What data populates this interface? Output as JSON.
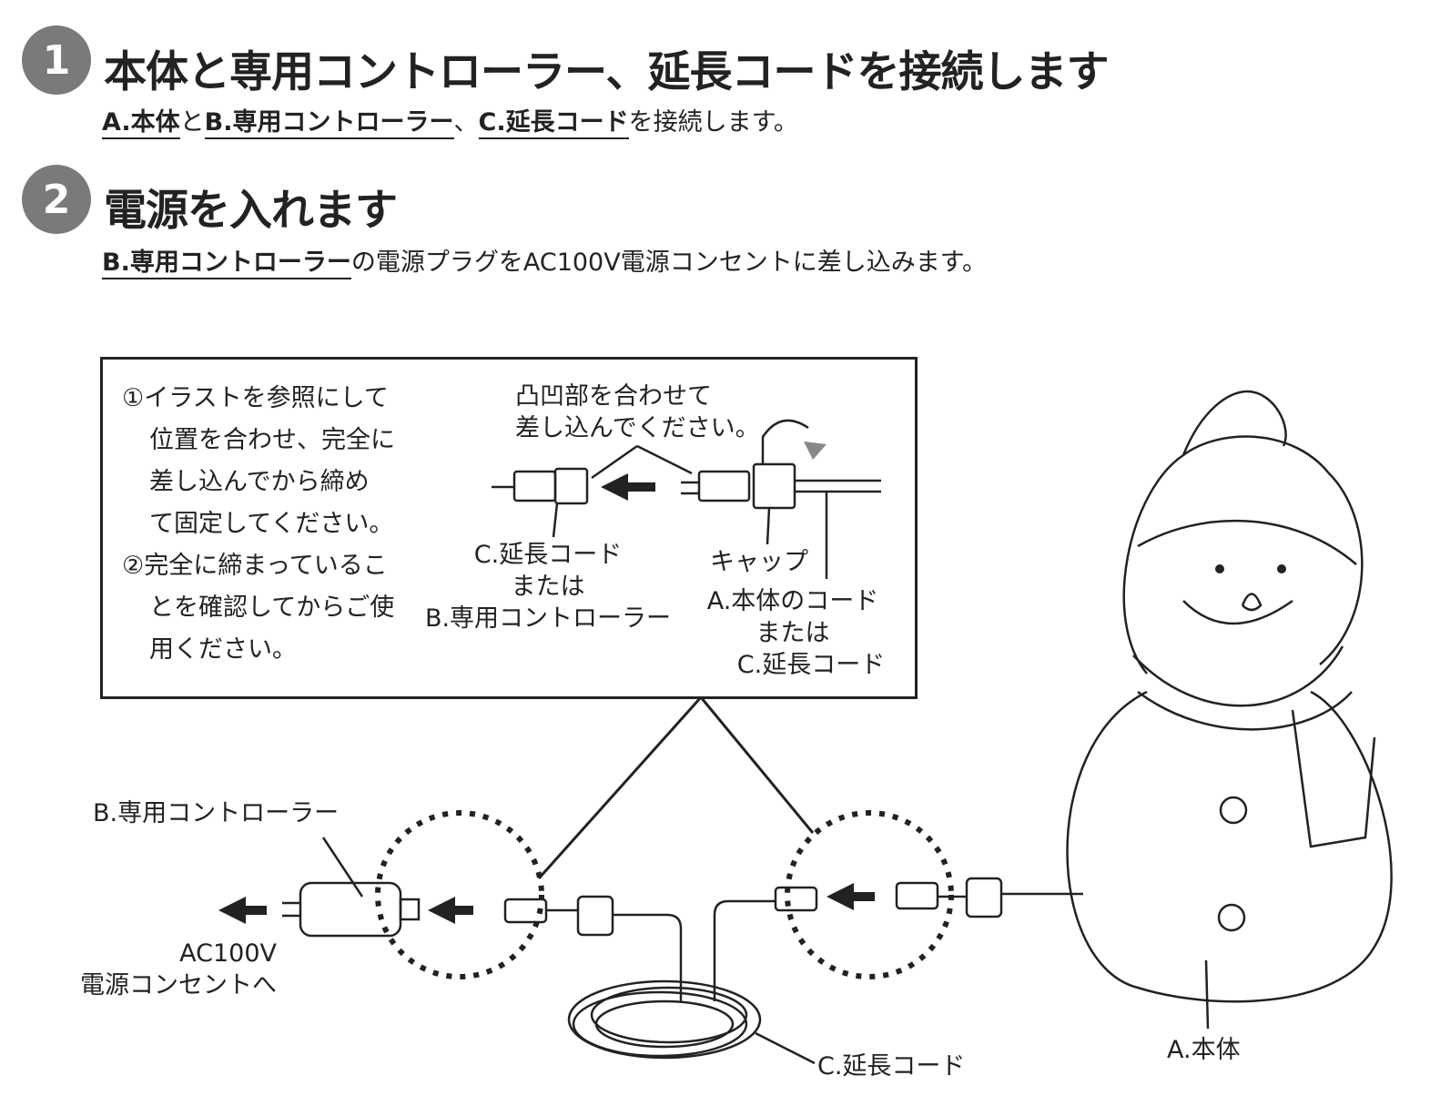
{
  "steps": [
    {
      "number": "1",
      "title": "本体と専用コントローラー、延長コードを接続します",
      "desc": {
        "a": "A.本体",
        "t1": "と",
        "b": "B.専用コントローラー",
        "t2": "、",
        "c": "C.延長コード",
        "t3": "を接続します。"
      }
    },
    {
      "number": "2",
      "title": "電源を入れます",
      "desc": {
        "b": "B.専用コントローラー",
        "t1": "の電源プラグをAC100V電源コンセントに差し込みます。"
      }
    }
  ],
  "detail_box": {
    "note1": [
      "①イラストを参照にして",
      "位置を合わせ、完全に",
      "差し込んでから締め",
      "て固定してください。"
    ],
    "note2": [
      "②完全に締まっているこ",
      "とを確認してからご使",
      "用ください。"
    ],
    "align_hint": [
      "凸凹部を合わせて",
      "差し込んでください。"
    ],
    "left_connector": [
      "C.延長コード",
      "または",
      "B.専用コントローラー"
    ],
    "cap": "キャップ",
    "right_connector": [
      "A.本体のコード",
      "または",
      "C.延長コード"
    ]
  },
  "labels": {
    "controller": "B.専用コントローラー",
    "outlet": [
      "AC100V",
      "電源コンセントへ"
    ],
    "extension": "C.延長コード",
    "body": "A.本体"
  }
}
